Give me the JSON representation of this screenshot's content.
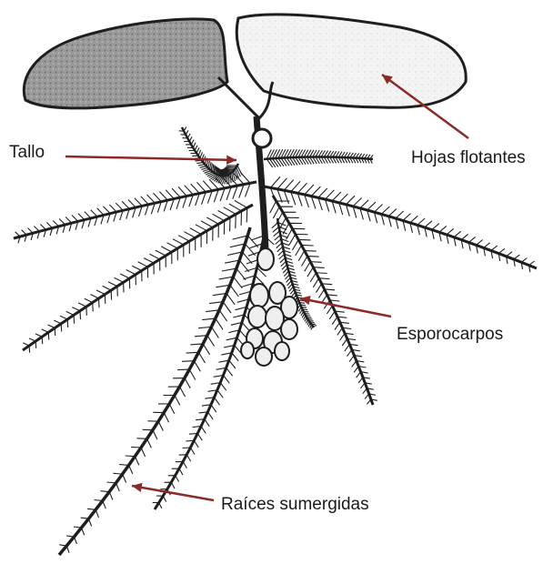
{
  "diagram": {
    "labels": {
      "stem": "Tallo",
      "floating_leaves": "Hojas flotantes",
      "sporocarps": "Esporocarpos",
      "submerged_roots": "Raíces sumergidas"
    },
    "colors": {
      "arrow": "#8b2a26",
      "ink": "#1e1e1e",
      "leaf_dark": "#8e8e8e",
      "leaf_light": "#f3f3f3"
    }
  }
}
